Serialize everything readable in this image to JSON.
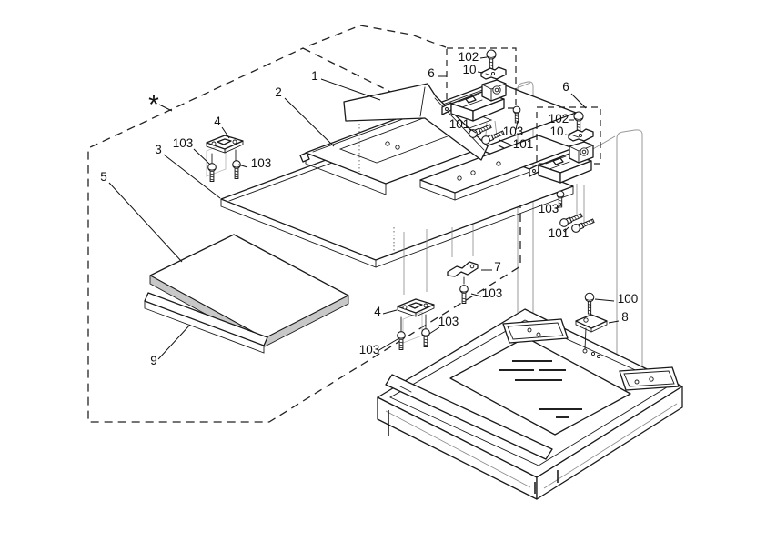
{
  "diagram": {
    "type": "exploded-parts-diagram",
    "colors": {
      "ink": "#1a1a1a",
      "shade": "#c8c8c8",
      "background": "#ffffff"
    },
    "callouts": [
      {
        "label": "*"
      },
      {
        "label": "1"
      },
      {
        "label": "2"
      },
      {
        "label": "4"
      },
      {
        "label": "103"
      },
      {
        "label": "103"
      },
      {
        "label": "3"
      },
      {
        "label": "5"
      },
      {
        "label": "9"
      },
      {
        "label": "6"
      },
      {
        "label": "102"
      },
      {
        "label": "10"
      },
      {
        "label": "101"
      },
      {
        "label": "103"
      },
      {
        "label": "101"
      },
      {
        "label": "6"
      },
      {
        "label": "102"
      },
      {
        "label": "10"
      },
      {
        "label": "103"
      },
      {
        "label": "101"
      },
      {
        "label": "7"
      },
      {
        "label": "103"
      },
      {
        "label": "4"
      },
      {
        "label": "103"
      },
      {
        "label": "103"
      },
      {
        "label": "100"
      },
      {
        "label": "8"
      }
    ]
  }
}
